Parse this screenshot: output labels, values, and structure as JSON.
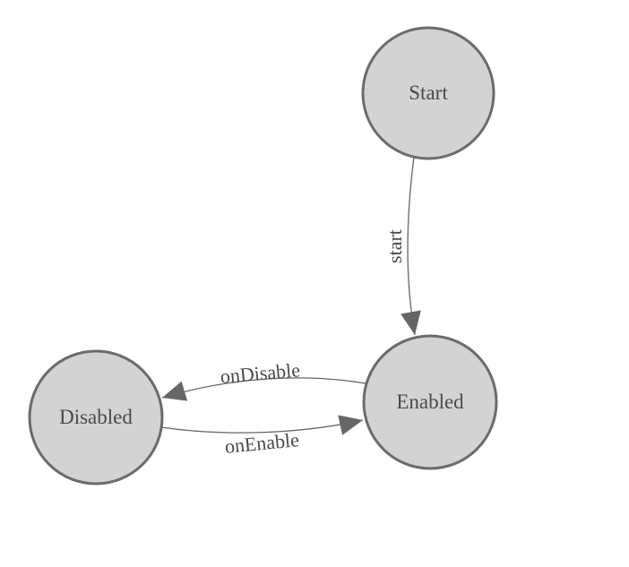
{
  "diagram": {
    "type": "state-machine",
    "colors": {
      "background": "#ffffff",
      "node_fill": "#d3d3d3",
      "node_stroke": "#6b6b6b",
      "edge_stroke": "#666666",
      "text": "#4a4a4a"
    },
    "nodes": [
      {
        "id": "start",
        "label": "Start"
      },
      {
        "id": "enabled",
        "label": "Enabled"
      },
      {
        "id": "disabled",
        "label": "Disabled"
      }
    ],
    "edges": [
      {
        "from": "Start",
        "to": "Enabled",
        "label": "start"
      },
      {
        "from": "Enabled",
        "to": "Disabled",
        "label": "onDisable"
      },
      {
        "from": "Disabled",
        "to": "Enabled",
        "label": "onEnable"
      }
    ]
  }
}
